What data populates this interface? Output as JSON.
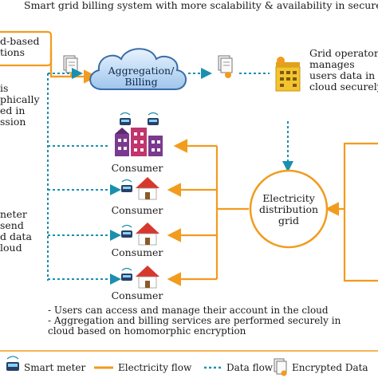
{
  "title": "Smart grid billing system with more scalability & availability in secure man",
  "left_box_lines": [
    "d-based",
    "tions"
  ],
  "left_text_top": [
    "is",
    "phically",
    "ed in",
    "ssion"
  ],
  "left_text_bottom": [
    "neter",
    "send",
    "d data",
    "loud"
  ],
  "cloud_label": [
    "Aggregation/",
    "Billing"
  ],
  "operator_text": [
    "Grid operator",
    "manages",
    "users data in t",
    "cloud securely"
  ],
  "consumer_label": "Consumer",
  "grid_label": [
    "Electricity",
    "distribution",
    "grid"
  ],
  "notes": [
    "-   Users can access and manage their account in the cloud",
    "-   Aggregation and billing services are performed securely in",
    "     cloud based on homomorphic encryption"
  ],
  "legend": {
    "smart_meter": "Smart meter",
    "electricity_flow": "Electricity flow",
    "data_flow": "Data flow",
    "encrypted_data": "Encrypted Data"
  },
  "colors": {
    "orange": "#f29b1d",
    "teal": "#1b8fb0",
    "purple": "#7b3a8f",
    "pink": "#c0366d",
    "house_red": "#d7382d",
    "cloud_blue": "#3a6ea5"
  }
}
